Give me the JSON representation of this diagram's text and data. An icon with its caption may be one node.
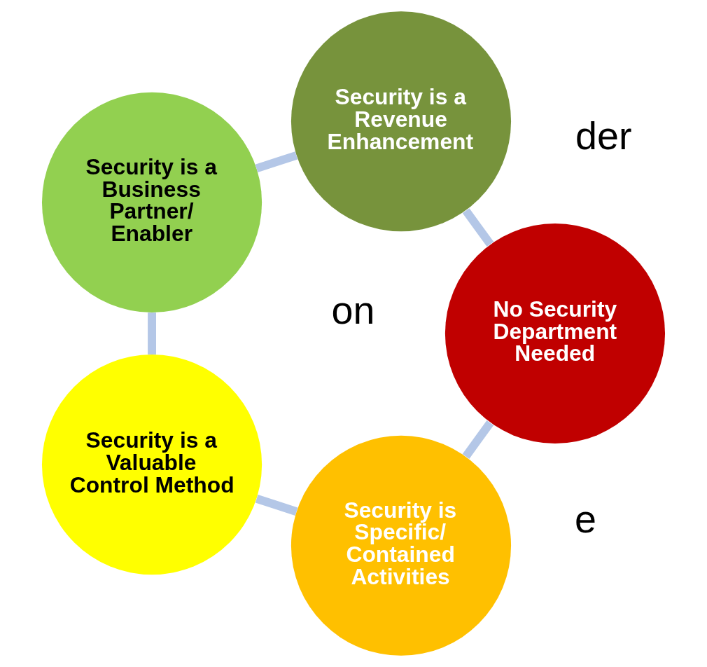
{
  "diagram": {
    "nodes": [
      {
        "text": [
          "Security is Specific/ Contained Activities"
        ]
      },
      {
        "text": [
          "Security is a Valuable Control Method"
        ]
      },
      {
        "text": [
          "Security is a Business Partner/ Enabler"
        ]
      },
      {
        "text": [
          "Security is a Revenue Enhancement"
        ]
      },
      {
        "text": [
          "No Security Department Needed"
        ]
      }
    ],
    "edges": [
      {
        "from": 0,
        "to": 1,
        "arrow": "none"
      },
      {
        "from": 1,
        "to": 2,
        "arrow": "none"
      },
      {
        "from": 2,
        "to": 3,
        "arrow": "none"
      },
      {
        "from": 3,
        "to": 4,
        "arrow": "none"
      },
      {
        "from": 4,
        "to": 0,
        "arrow": "none"
      }
    ],
    "labels": [
      "on",
      "der",
      "e"
    ]
  }
}
